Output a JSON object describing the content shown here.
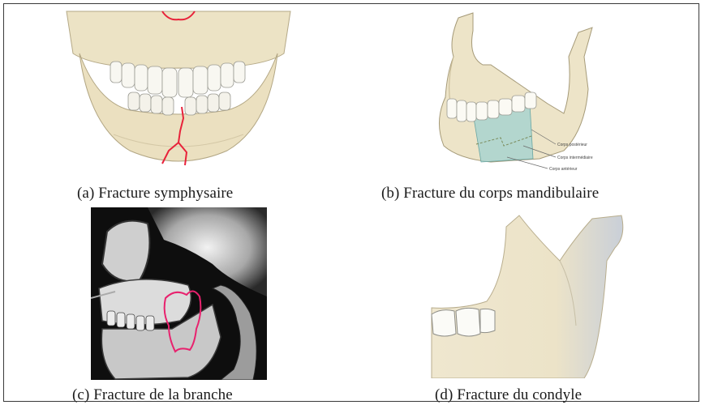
{
  "figure": {
    "panels": [
      {
        "id": "a",
        "caption": "(a) Fracture symphysaire",
        "illustration": "skull-front-mandible-symphysis-fracture"
      },
      {
        "id": "b",
        "caption": "(b) Fracture du corps mandibulaire",
        "illustration": "mandible-lateral-body-fracture",
        "labels": [
          "Corps postérieur",
          "Corps intermédiaire",
          "Corps antérieur"
        ]
      },
      {
        "id": "c",
        "caption": "(c) Fracture de la branche",
        "illustration": "ct-3d-skull-ramus-fracture"
      },
      {
        "id": "d",
        "caption": "(d) Fracture du condyle",
        "illustration": "mandible-ramus-condyle-closeup"
      }
    ]
  },
  "colors": {
    "bone": "#ede3c6",
    "fracture_line": "#e8223a",
    "fracture_zone": "#9fd2d0",
    "border": "#3a3a3a"
  }
}
